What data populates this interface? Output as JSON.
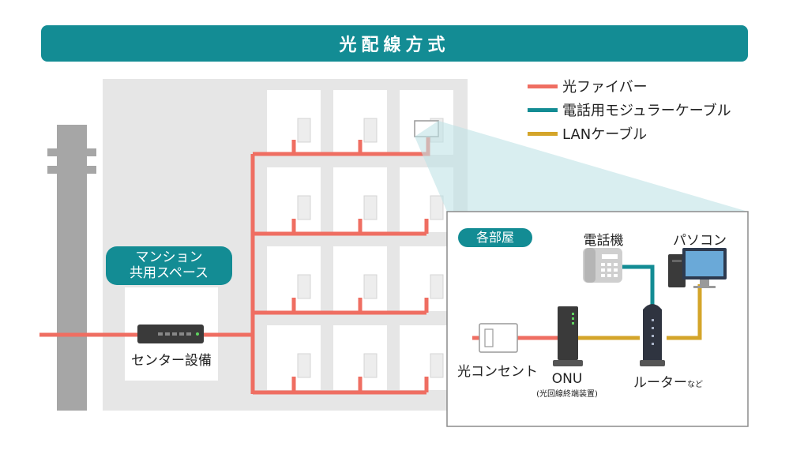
{
  "title": "光配線方式",
  "legend": [
    {
      "label": "光ファイバー",
      "color": "#ef6e62"
    },
    {
      "label": "電話用モジュラーケーブル",
      "color": "#138c94"
    },
    {
      "label": "LANケーブル",
      "color": "#d4a52a"
    }
  ],
  "building": {
    "shared_label_line1": "マンション",
    "shared_label_line2": "共用スペース",
    "center_equipment": "センター設備"
  },
  "room": {
    "badge": "各部屋",
    "telephone": "電話機",
    "pc": "パソコン",
    "optical_outlet": "光コンセント",
    "onu": "ONU",
    "onu_sub": "(光回線終端装置)",
    "router": "ルーター",
    "router_suffix": "など"
  },
  "colors": {
    "accent": "#138c94",
    "fiber": "#ef6e62",
    "lan": "#d4a52a",
    "building": "#e6e6e6",
    "pole": "#a6a6a6"
  }
}
